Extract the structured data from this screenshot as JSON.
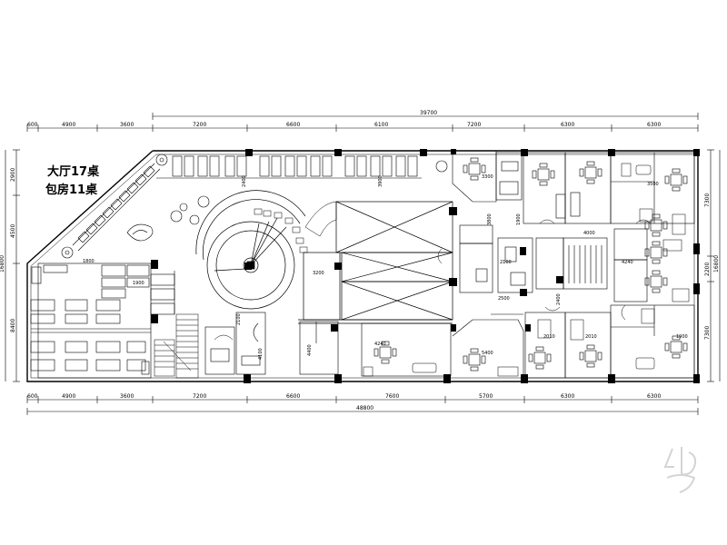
{
  "drawing": {
    "note_line1": "大厅17桌",
    "note_line2": "包房11桌"
  },
  "dimensions": {
    "top_total": "39700",
    "top_segments": [
      "600",
      "4900",
      "3600",
      "7200",
      "6600",
      "6100",
      "7200",
      "6300",
      "6300"
    ],
    "bottom_total": "48800",
    "bottom_segments": [
      "600",
      "4900",
      "3600",
      "7200",
      "6600",
      "7600",
      "5700",
      "6300",
      "6300"
    ],
    "left_total": "16800",
    "left_segments": [
      "2900",
      "4500",
      "8400"
    ],
    "right_segments": [
      "7300",
      "2200",
      "7300"
    ],
    "right_total": "16800"
  },
  "room_labels": [
    "3200",
    "3300",
    "4000",
    "3900",
    "1800",
    "1900",
    "2100",
    "4100",
    "2500",
    "1900",
    "3800",
    "4400",
    "4240",
    "2010",
    "3500",
    "2400",
    "1900",
    "2400",
    "2100",
    "5400"
  ],
  "colors": {
    "line": "#000000",
    "background": "#ffffff"
  }
}
